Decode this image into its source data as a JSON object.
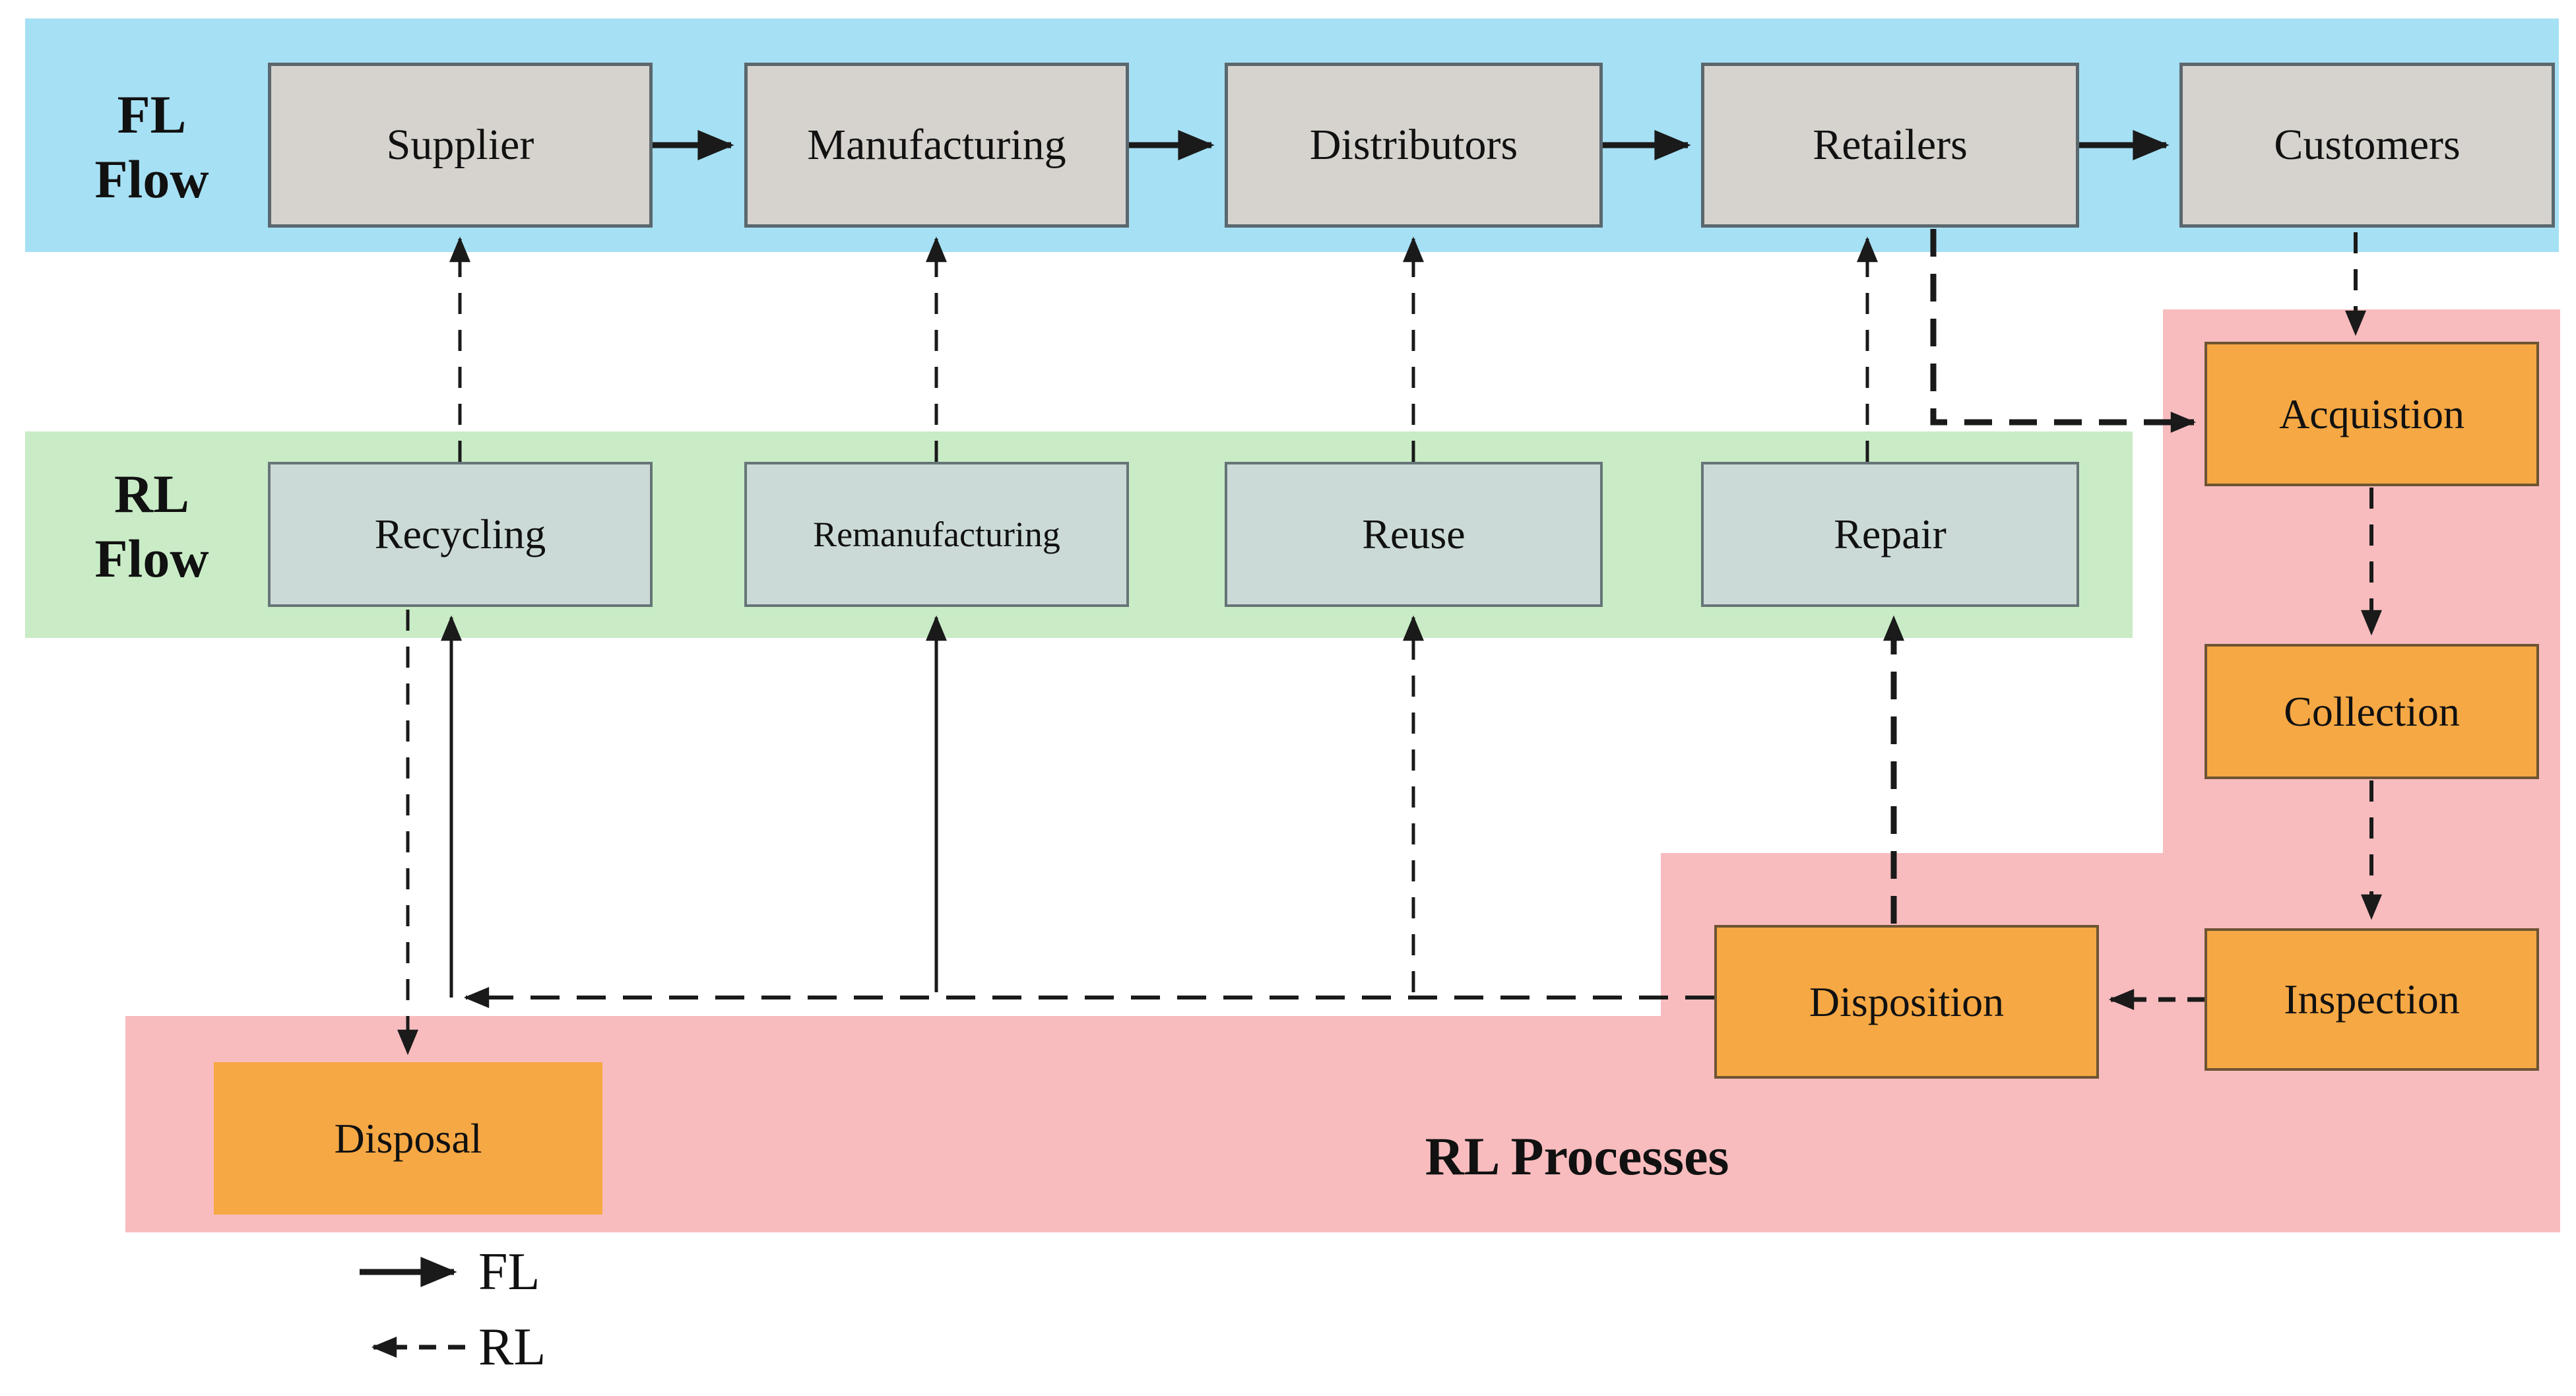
{
  "bands": {
    "fl_flow": {
      "line1": "FL",
      "line2": "Flow",
      "bg": "#a6e0f4"
    },
    "rl_flow": {
      "line1": "RL",
      "line2": "Flow",
      "bg": "#c9ecc6"
    },
    "rl_processes": {
      "label": "RL Processes",
      "bg": "#f8bcbe"
    }
  },
  "fl_chain": [
    "Supplier",
    "Manufacturing",
    "Distributors",
    "Retailers",
    "Customers"
  ],
  "rl_chain": [
    "Recycling",
    "Remanufacturing",
    "Reuse",
    "Repair"
  ],
  "rl_process_steps": [
    "Acquistion",
    "Collection",
    "Inspection",
    "Disposition",
    "Disposal"
  ],
  "legend": {
    "fl_label": "FL",
    "rl_label": "RL"
  },
  "colors": {
    "fl_band": "#a6e0f4",
    "rl_band": "#c9ecc6",
    "rl_region": "#f8bcbe",
    "fl_node_fill": "#d6d2cd",
    "fl_node_border": "#5a676e",
    "rl_node_fill": "#cbdad6",
    "rl_node_border": "#667577",
    "process_node_fill": "#f6a844",
    "process_node_border": "#6e5433",
    "line": "#1a1a1a"
  },
  "edges": {
    "fl": [
      {
        "from": "Supplier",
        "to": "Manufacturing"
      },
      {
        "from": "Manufacturing",
        "to": "Distributors"
      },
      {
        "from": "Distributors",
        "to": "Retailers"
      },
      {
        "from": "Retailers",
        "to": "Customers"
      }
    ],
    "rl": [
      {
        "from": "Recycling",
        "to": "Supplier"
      },
      {
        "from": "Remanufacturing",
        "to": "Manufacturing"
      },
      {
        "from": "Reuse",
        "to": "Distributors"
      },
      {
        "from": "Repair",
        "to": "Retailers"
      },
      {
        "from": "Customers",
        "to": "Acquistion"
      },
      {
        "from": "Retailers",
        "to": "Acquistion"
      },
      {
        "from": "Acquistion",
        "to": "Collection"
      },
      {
        "from": "Collection",
        "to": "Inspection"
      },
      {
        "from": "Inspection",
        "to": "Disposition"
      },
      {
        "from": "Disposition",
        "to": "Repair"
      },
      {
        "from": "Disposition",
        "to": "Reuse"
      },
      {
        "from": "Disposition",
        "to": "Remanufacturing"
      },
      {
        "from": "Disposition",
        "to": "Recycling"
      },
      {
        "from": "Recycling",
        "to": "Disposal"
      }
    ]
  }
}
